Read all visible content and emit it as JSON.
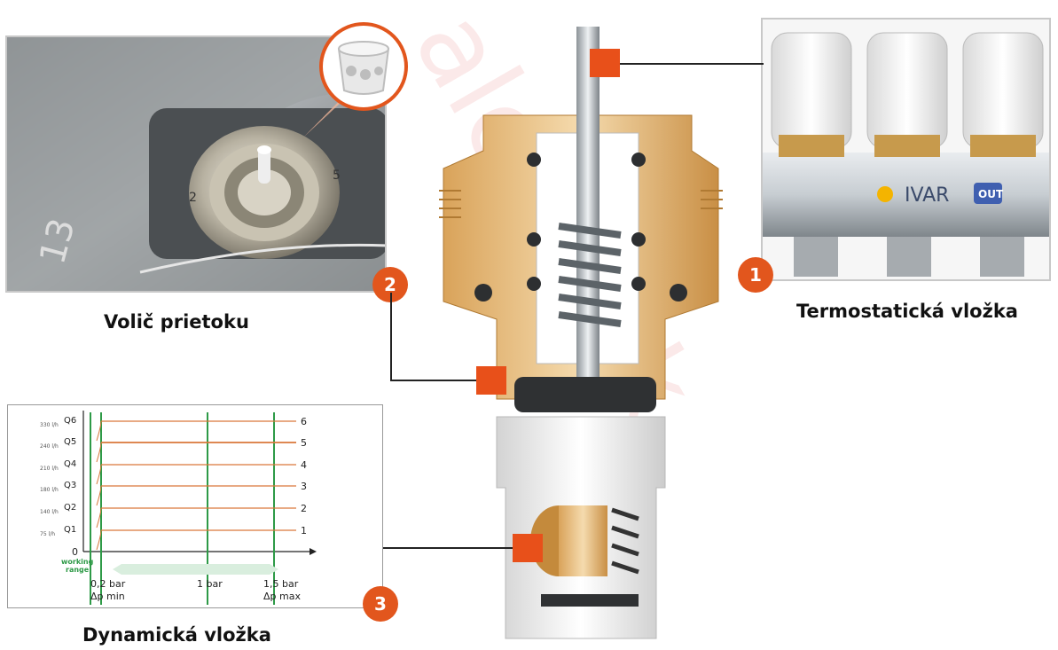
{
  "panels": {
    "flow_selector": {
      "caption": "Volič prietoku",
      "badge": "2",
      "tool_marking": "13",
      "dial_digits": [
        "2",
        "5"
      ]
    },
    "thermostatic": {
      "caption": "Termostatická vložka",
      "badge": "1",
      "logo_text": "IVAR",
      "logo_badge": "OUT"
    },
    "dynamic": {
      "caption": "Dynamická vložka",
      "badge": "3"
    }
  },
  "watermark": "ale... .sk",
  "colors": {
    "accent": "#e8501a",
    "badge": "#e2561d",
    "flow_lines": "#d9773a",
    "pressure_lines": "#2e9a47",
    "brass": "#e9c48a"
  },
  "chart_data": {
    "type": "line",
    "y_ticks": [
      {
        "label": "Q6",
        "sub": "330 l/h",
        "right": "6"
      },
      {
        "label": "Q5",
        "sub": "240 l/h",
        "right": "5"
      },
      {
        "label": "Q4",
        "sub": "210 l/h",
        "right": "4"
      },
      {
        "label": "Q3",
        "sub": "180 l/h",
        "right": "3"
      },
      {
        "label": "Q2",
        "sub": "140 l/h",
        "right": "2"
      },
      {
        "label": "Q1",
        "sub": "75 l/h",
        "right": "1"
      }
    ],
    "y_zero": "0",
    "working_range": "working range",
    "x_ticks": [
      {
        "label": "0,2 bar",
        "sub": "Δp min",
        "value": 0.2
      },
      {
        "label": "1 bar",
        "sub": "",
        "value": 1.0
      },
      {
        "label": "1,5 bar",
        "sub": "Δp max",
        "value": 1.5
      }
    ],
    "series": [
      {
        "values": [
          330,
          330,
          330
        ]
      },
      {
        "values": [
          240,
          240,
          240
        ]
      },
      {
        "values": [
          210,
          210,
          210
        ]
      },
      {
        "values": [
          180,
          180,
          180
        ]
      },
      {
        "values": [
          140,
          140,
          140
        ]
      },
      {
        "values": [
          75,
          75,
          75
        ]
      }
    ],
    "grid": false,
    "legend": "none"
  }
}
